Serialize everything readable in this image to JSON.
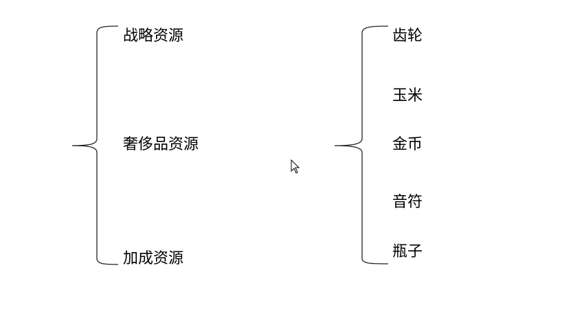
{
  "left_group": {
    "items": [
      "战略资源",
      "奢侈品资源",
      "加成资源"
    ]
  },
  "right_group": {
    "items": [
      "齿轮",
      "玉米",
      "金币",
      "音符",
      "瓶子"
    ]
  }
}
